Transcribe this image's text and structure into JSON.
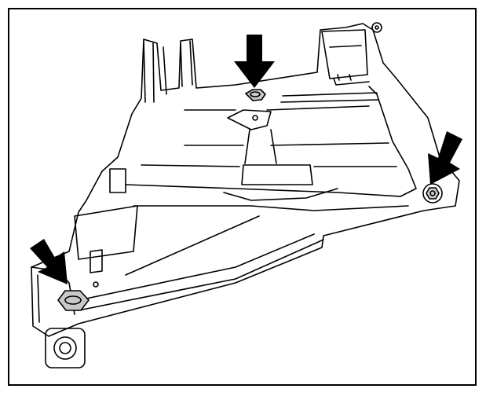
{
  "figure": {
    "line_color": "#000000",
    "background_color": "#ffffff",
    "fastener_fill": "#c8c8c8",
    "arrow_color": "#000000",
    "fasteners": [
      {
        "name": "top-center-nut",
        "indicated": true
      },
      {
        "name": "right-bolt",
        "indicated": true
      },
      {
        "name": "left-nut",
        "indicated": true
      }
    ]
  }
}
